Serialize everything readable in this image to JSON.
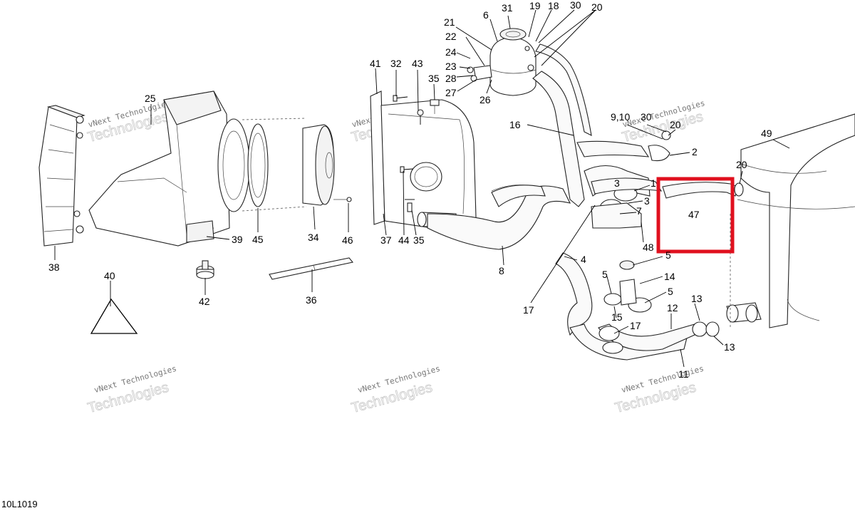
{
  "diagram": {
    "code": "10L1019",
    "watermark": {
      "line1": "vNext Technologies",
      "line2": "vNext",
      "line3": "Technologies"
    },
    "highlight_color": "#e0101e",
    "highlighted_part": "47",
    "callouts": {
      "c21": "21",
      "c6": "6",
      "c31": "31",
      "c19": "19",
      "c18": "18",
      "c30a": "30",
      "c20a": "20",
      "c22": "22",
      "c24": "24",
      "c23": "23",
      "c28": "28",
      "c27": "27",
      "c26": "26",
      "c41": "41",
      "c32": "32",
      "c43": "43",
      "c35a": "35",
      "c25": "25",
      "c16": "16",
      "c910": "9,10",
      "c30b": "30",
      "c20b": "20",
      "c2": "2",
      "c49": "49",
      "c20c": "20",
      "c1": "1",
      "c3a": "3",
      "c3b": "3",
      "c7": "7",
      "c47": "47",
      "c48": "48",
      "c5a": "5",
      "c39": "39",
      "c45": "45",
      "c34": "34",
      "c46": "46",
      "c37": "37",
      "c44": "44",
      "c35b": "35",
      "c38": "38",
      "c8": "8",
      "c4": "4",
      "c5b": "5",
      "c14": "14",
      "c5c": "5",
      "c40": "40",
      "c42": "42",
      "c36": "36",
      "c17a": "17",
      "c15": "15",
      "c17b": "17",
      "c12": "12",
      "c13a": "13",
      "c13b": "13",
      "c11": "11"
    }
  }
}
